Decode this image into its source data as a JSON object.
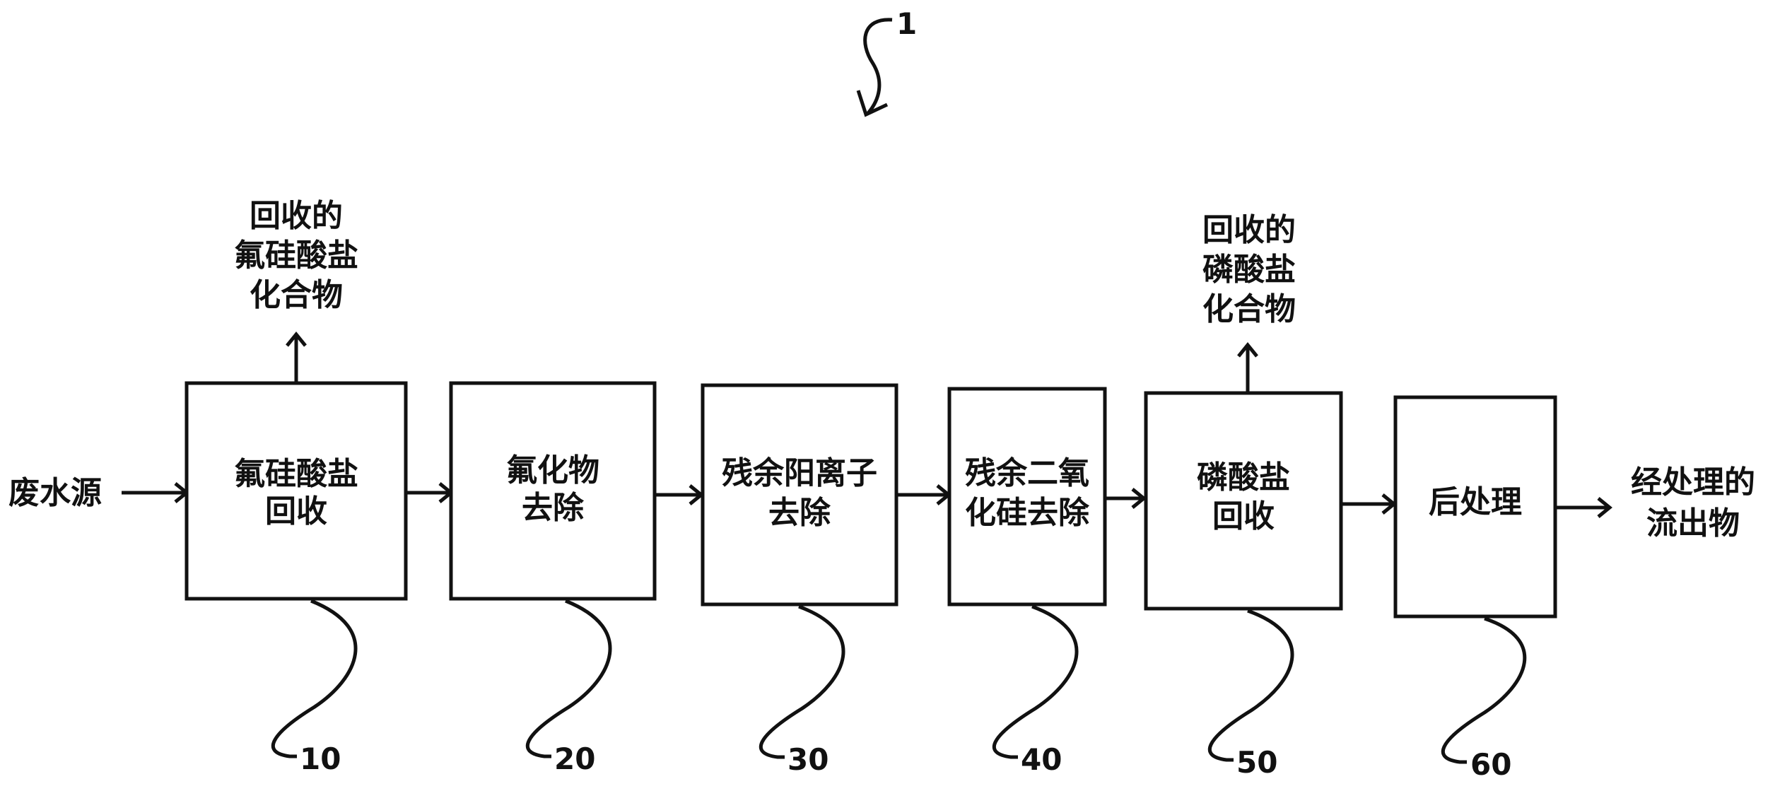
{
  "figure_label": "1",
  "input_label": "废水源",
  "output_label": [
    "经处理的",
    "流出物"
  ],
  "stages": [
    {
      "ref": "10",
      "label": [
        "氟硅酸盐",
        "回收"
      ],
      "byproduct": [
        "回收的",
        "氟硅酸盐",
        "化合物"
      ]
    },
    {
      "ref": "20",
      "label": [
        "氟化物",
        "去除"
      ]
    },
    {
      "ref": "30",
      "label": [
        "残余阳离子",
        "去除"
      ]
    },
    {
      "ref": "40",
      "label": [
        "残余二氧",
        "化硅去除"
      ]
    },
    {
      "ref": "50",
      "label": [
        "磷酸盐",
        "回收"
      ],
      "byproduct": [
        "回收的",
        "磷酸盐",
        "化合物"
      ]
    },
    {
      "ref": "60",
      "label": [
        "后处理"
      ]
    }
  ]
}
